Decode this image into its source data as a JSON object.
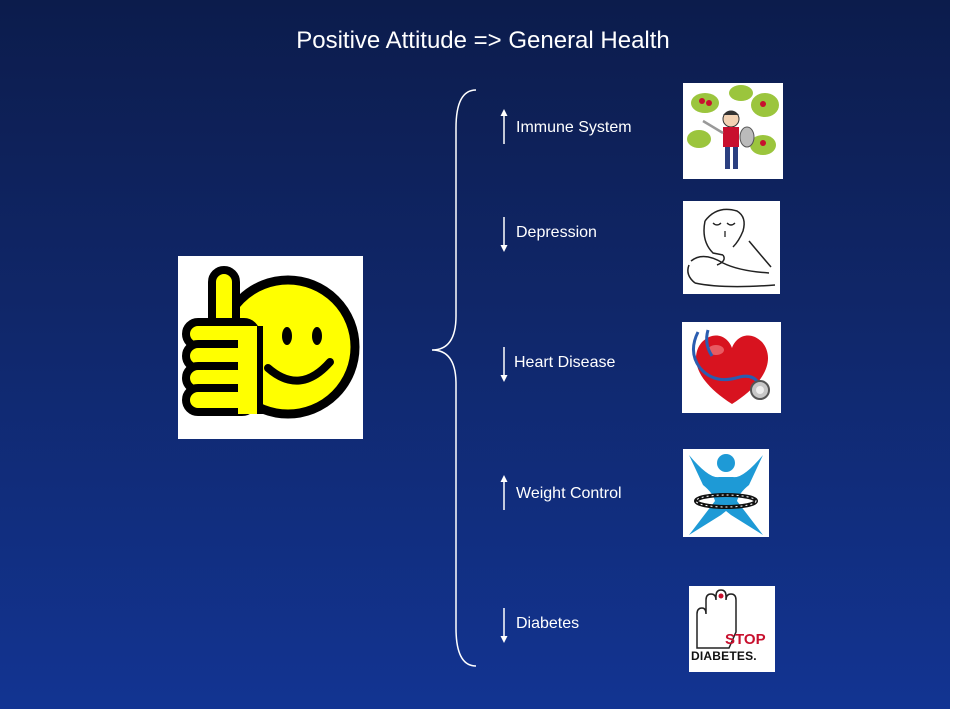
{
  "title": "Positive Attitude => General Health",
  "items": [
    {
      "label": "Immune System",
      "direction": "up",
      "icon": "immune-system-cartoon-icon"
    },
    {
      "label": "Depression",
      "direction": "down",
      "icon": "depressed-person-sketch-icon"
    },
    {
      "label": "Heart Disease",
      "direction": "down",
      "icon": "heart-stethoscope-icon"
    },
    {
      "label": "Weight Control",
      "direction": "up",
      "icon": "weight-control-figure-icon"
    },
    {
      "label": "Diabetes",
      "direction": "down",
      "icon": "stop-diabetes-hand-icon"
    }
  ],
  "stop_diabetes": {
    "stop": "STOP",
    "diabetes": "DIABETES."
  },
  "colors": {
    "background_top": "#0c1c4c",
    "background_bottom": "#123492",
    "text": "#ffffff",
    "smiley_yellow": "#ffff00",
    "heart_red": "#d8131f",
    "figure_blue": "#1e9ad6"
  }
}
